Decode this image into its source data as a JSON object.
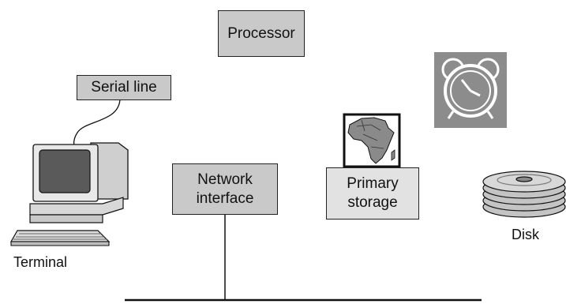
{
  "components": {
    "processor": "Processor",
    "serial_line": "Serial line",
    "network_interface_line1": "Network",
    "network_interface_line2": "interface",
    "primary_storage_line1": "Primary",
    "primary_storage_line2": "storage",
    "disk": "Disk",
    "terminal": "Terminal"
  },
  "colors": {
    "box_fill": "#c9c9c9",
    "primary_storage_fill": "#e2e2e2",
    "clock_background": "#8c8c8c"
  },
  "icons": [
    "terminal-icon",
    "africa-map-icon",
    "alarm-clock-icon",
    "disk-stack-icon"
  ]
}
